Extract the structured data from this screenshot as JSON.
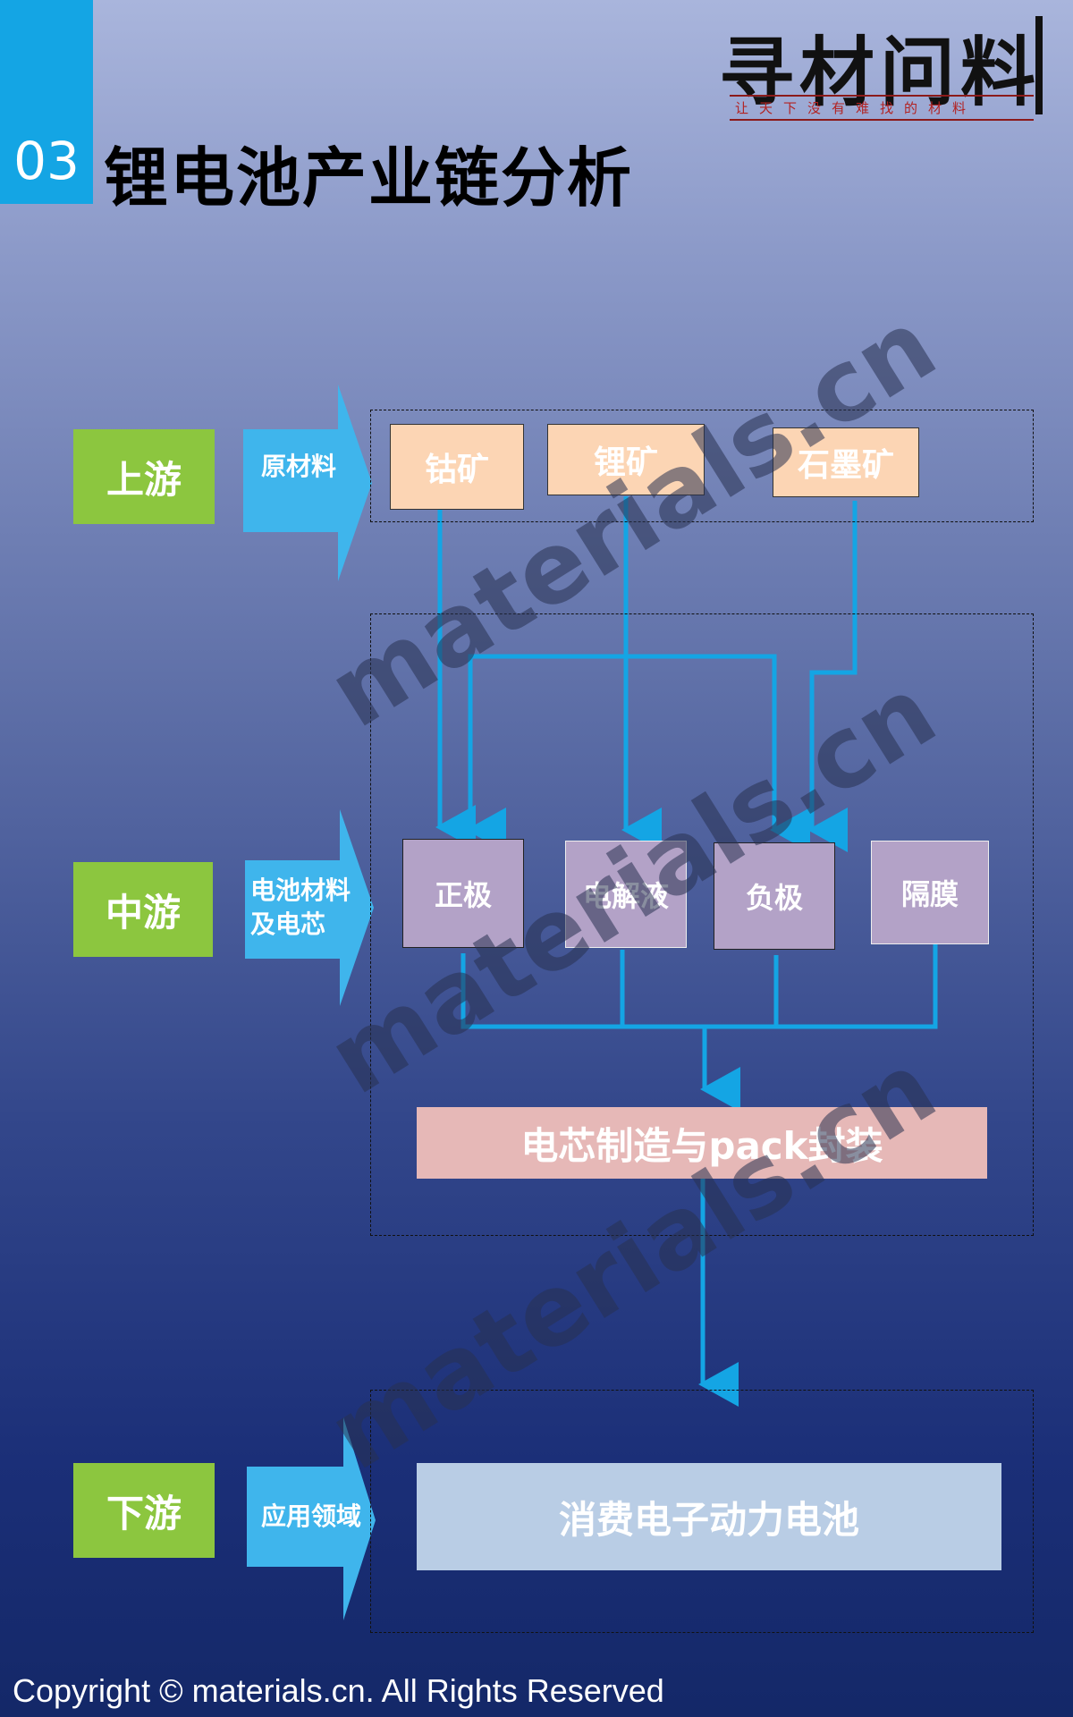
{
  "header": {
    "section_number": "03",
    "title": "锂电池产业链分析"
  },
  "logo": {
    "name": "寻材问料",
    "slogan": "让天下没有难找的材料"
  },
  "stages": {
    "upstream": {
      "label": "上游",
      "arrow_label": "原材料"
    },
    "midstream": {
      "label": "中游",
      "arrow_label_line1": "电池材料",
      "arrow_label_line2": "及电芯"
    },
    "downstream": {
      "label": "下游",
      "arrow_label": "应用领域"
    }
  },
  "raw_materials": [
    "钴矿",
    "锂矿",
    "石墨矿"
  ],
  "battery_materials": [
    "正极",
    "电解液",
    "负极",
    "隔膜"
  ],
  "cell_manufacturing": "电芯制造与pack封装",
  "application": "消费电子动力电池",
  "watermark": "materials.cn",
  "copyright": "Copyright © materials.cn. All Rights Reserved",
  "colors": {
    "accent_blue": "#14a5e4",
    "stage_green": "#8cc63f",
    "raw_peach": "#fcd5b4",
    "material_purple": "#b3a2c7",
    "pack_pink": "#e6b8b7",
    "app_lightblue": "#b9cde5"
  }
}
